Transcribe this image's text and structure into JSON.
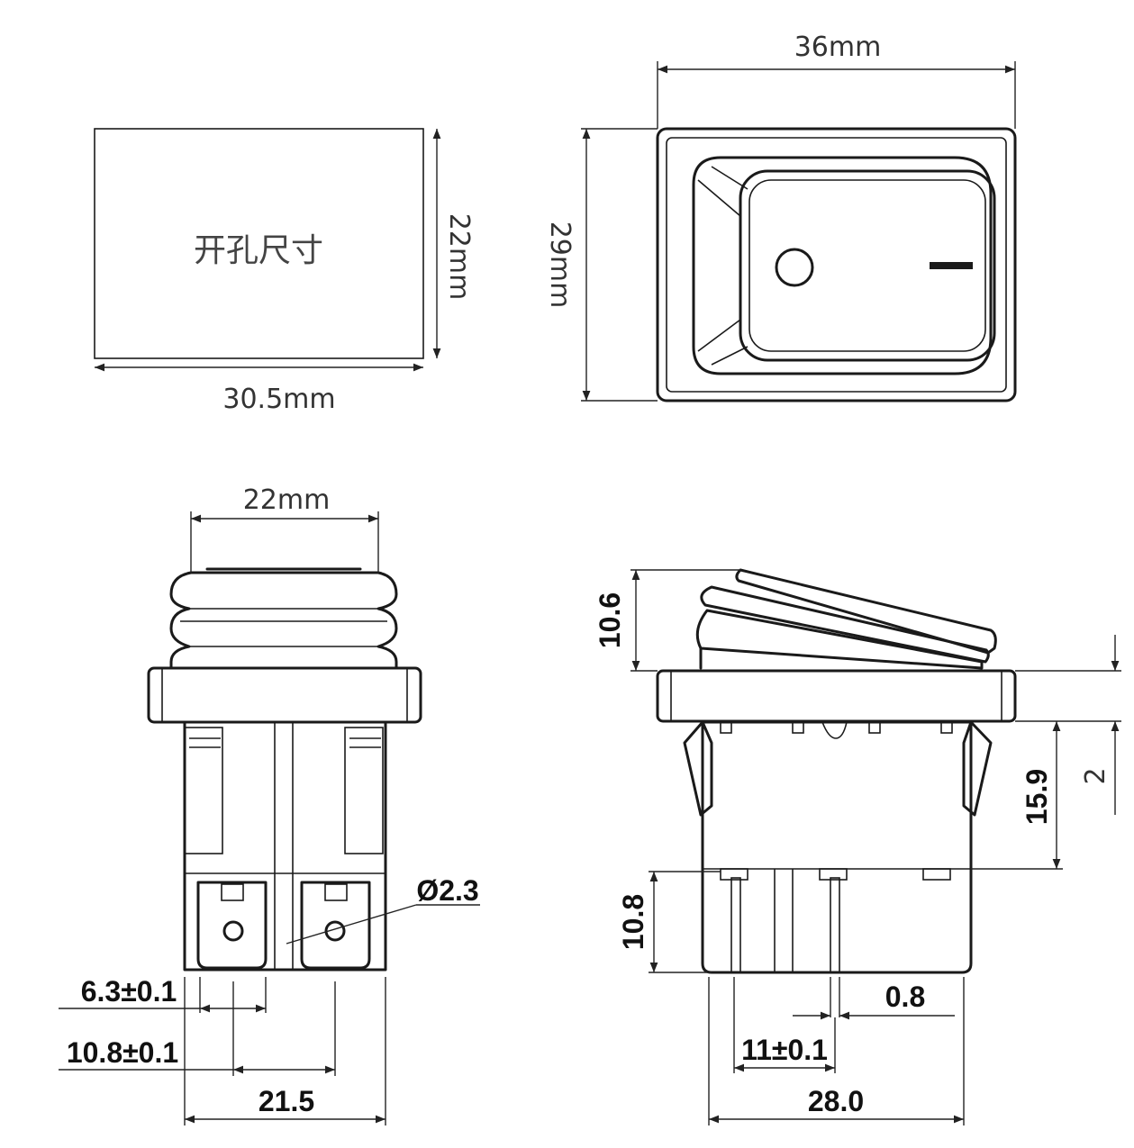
{
  "top_left": {
    "cutout_label": "开孔尺寸",
    "width": "30.5mm",
    "height": "22mm"
  },
  "top_right": {
    "width": "36mm",
    "height": "29mm",
    "symbol_off": "O",
    "symbol_on": "I"
  },
  "bottom_left": {
    "top_width": "22mm",
    "hole_dia": "Ø2.3",
    "terminal_width": "6.3±0.1",
    "terminal_pitch": "10.8±0.1",
    "overall_width": "21.5"
  },
  "bottom_right": {
    "rocker_height": "10.6",
    "flange_thickness": "2",
    "body_height": "15.9",
    "terminal_length": "10.8",
    "pin_thickness": "0.8",
    "pin_pitch": "11±0.1",
    "overall_width": "28.0"
  }
}
